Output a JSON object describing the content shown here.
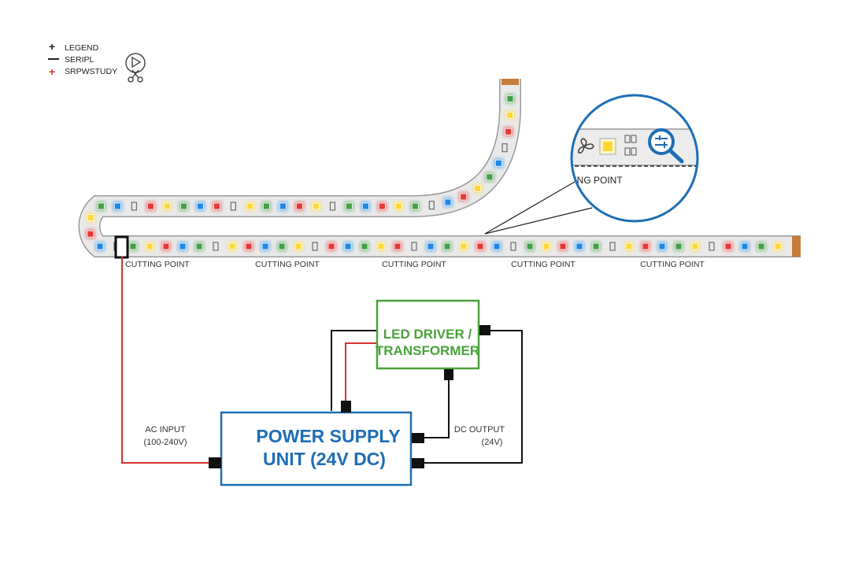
{
  "legend": {
    "items": [
      {
        "symbol": "+",
        "label": "LEGEND",
        "color": "#222222"
      },
      {
        "symbol": "—",
        "label": "SERIPL",
        "color": "#222222"
      },
      {
        "symbol": "+",
        "label": "SRPWSTUDY",
        "color": "#d6322d"
      }
    ]
  },
  "strip": {
    "cutting_label": "CUTTING POINT",
    "led_colors": [
      "#e53935",
      "#1e88e5",
      "#43a047",
      "#fdd835"
    ],
    "strip_color": "#e9e9e9",
    "end_pad_color": "#c77c3a"
  },
  "magnifier": {
    "label": "TING POINT"
  },
  "driver": {
    "line1": "LED DRIVER /",
    "line2": "TRANSFORMER",
    "color": "#4aa33a"
  },
  "psu": {
    "line1": "POWER SUPPLY",
    "line2": "UNIT (24V DC)",
    "color": "#1e6eb5"
  },
  "ac_input": {
    "line1": "AC INPUT",
    "line2": "(100-240V)"
  },
  "dc_output": {
    "line1": "DC OUTPUT",
    "line2": "(24V)"
  },
  "wire_colors": {
    "red": "#d6322d",
    "black": "#111111"
  }
}
